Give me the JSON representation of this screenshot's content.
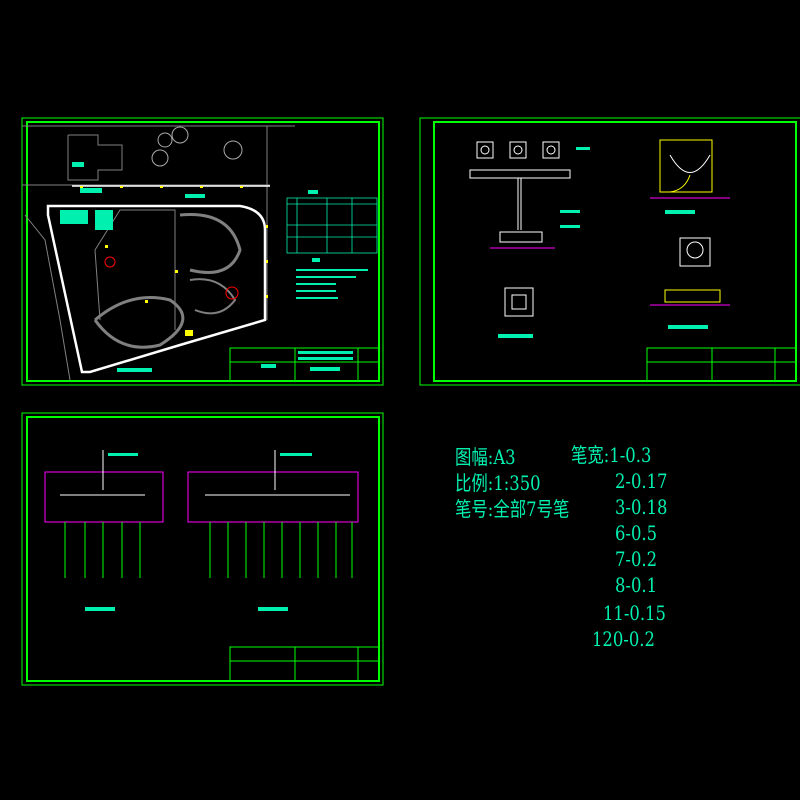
{
  "colors": {
    "background": "#000000",
    "frame": "#00ff00",
    "text": "#00f0b0",
    "road": "#808080",
    "lamp": "#ffff00",
    "magenta": "#ff00ff"
  },
  "notes": {
    "sheet_size": "图幅:A3",
    "scale": "比例:1:350",
    "pen_number": "笔号:全部7号笔",
    "pen_width_label": "笔宽:1-0.3",
    "pen_widths": [
      "2-0.17",
      "3-0.18",
      "6-0.5",
      "7-0.2",
      "8-0.1",
      "11-0.15",
      "120-0.2"
    ]
  }
}
